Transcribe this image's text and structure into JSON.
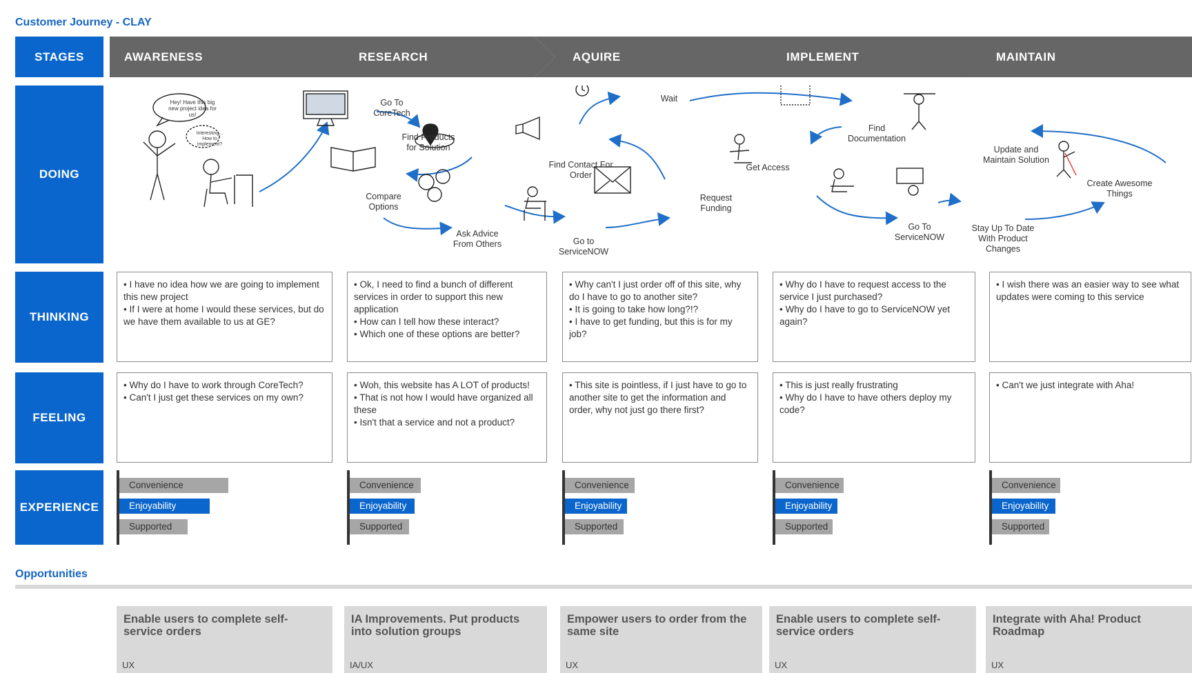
{
  "title": "Customer Journey - CLAY",
  "rows": {
    "stages": "STAGES",
    "doing": "DOING",
    "thinking": "THINKING",
    "feeling": "FEELING",
    "experience": "EXPERIENCE"
  },
  "stages": [
    "AWARENESS",
    "RESEARCH",
    "AQUIRE",
    "IMPLEMENT",
    "MAINTAIN"
  ],
  "doing": {
    "bubble_hey": "Hey! Have this big new project idea for us!",
    "bubble_interesting": "Interesting... How to implement?",
    "go_to_coretech": "Go To CoreTech",
    "find_products": "Find Products for Solution",
    "compare_options": "Compare Options",
    "ask_advice": "Ask Advice From Others",
    "go_to_servicenow_1": "Go to ServiceNOW",
    "find_contact": "Find Contact For Order",
    "wait": "Wait",
    "request_funding": "Request Funding",
    "find_documentation": "Find Documentation",
    "get_access": "Get Access",
    "go_to_servicenow_2": "Go To ServiceNOW",
    "stay_up_to_date": "Stay Up To Date With Product Changes",
    "update_maintain": "Update and Maintain Solution",
    "create_awesome": "Create Awesome Things"
  },
  "thinking": [
    [
      "• I have no idea how we are going to implement this new project",
      "• If I were at home I would these services, but do we have them available to us at GE?"
    ],
    [
      "• Ok, I need to find a bunch of different services in order to support this new application",
      "• How can I tell how these interact?",
      "• Which one of these options are better?"
    ],
    [
      "• Why can't I just order off of this site, why do I have to go to another site?",
      "• It is going to take how long?!?",
      "• I have to get funding, but this is for my job?"
    ],
    [
      "• Why do I have to request access to the service I just purchased?",
      "• Why do I have to go to ServiceNOW yet again?"
    ],
    [
      "• I wish there was an easier way to see what updates were coming to this service"
    ]
  ],
  "feeling": [
    [
      "• Why do I have to work through CoreTech?",
      "• Can't I just get these services on my own?"
    ],
    [
      "• Woh, this website has A LOT of products!",
      "• That is not how I would have organized all these",
      "• Isn't that a service and not a product?"
    ],
    [
      "• This site is pointless, if I just have to go to another site to get the information and order, why not just go there first?"
    ],
    [
      "• This is just really frustrating",
      "• Why do I have to have others deploy my code?"
    ],
    [
      "• Can't we just integrate with Aha!"
    ]
  ],
  "experience": {
    "labels": {
      "convenience": "Convenience",
      "enjoyability": "Enjoyability",
      "supported": "Supported"
    },
    "levels": [
      {
        "convenience": 0.88,
        "enjoyability": 0.73,
        "supported": 0.55
      },
      {
        "convenience": 0.57,
        "enjoyability": 0.52,
        "supported": 0.48
      },
      {
        "convenience": 0.56,
        "enjoyability": 0.5,
        "supported": 0.47
      },
      {
        "convenience": 0.55,
        "enjoyability": 0.5,
        "supported": 0.46
      },
      {
        "convenience": 0.55,
        "enjoyability": 0.51,
        "supported": 0.46
      }
    ],
    "colors": {
      "convenience": "#a6a6a6",
      "enjoyability": "#0a66cc",
      "supported": "#a6a6a6"
    }
  },
  "opportunities": {
    "title": "Opportunities",
    "items": [
      {
        "title": "Enable users to complete self-service orders",
        "tag": "UX"
      },
      {
        "title": "IA Improvements. Put products into solution groups",
        "tag": "IA/UX"
      },
      {
        "title": "Empower users to order from the same site",
        "tag": "UX"
      },
      {
        "title": "Enable users to complete self-service orders",
        "tag": "UX"
      },
      {
        "title": "Integrate with Aha! Product Roadmap",
        "tag": "UX"
      }
    ]
  },
  "colors": {
    "accent": "#0a66cc",
    "stage": "#666666",
    "title": "#1565c0"
  }
}
